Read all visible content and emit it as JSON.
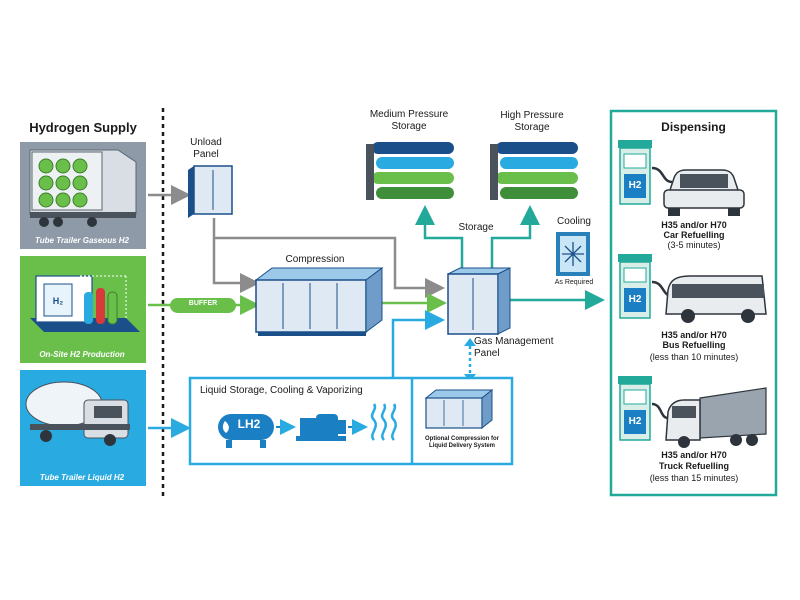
{
  "supply": {
    "title": "Hydrogen Supply",
    "tube_trailer_gaseous": "Tube Trailer Gaseous H2",
    "onsite_production": "On-Site H2 Production",
    "tube_trailer_liquid": "Tube Trailer Liquid H2"
  },
  "unload_panel": "Unload\nPanel",
  "compression": "Compression",
  "buffer": "BUFFER",
  "storage": {
    "medium": "Medium Pressure\nStorage",
    "high": "High Pressure\nStorage",
    "label": "Storage"
  },
  "cooling": {
    "title": "Cooling",
    "note": "As Required"
  },
  "gas_management": "Gas Management\nPanel",
  "liquid": {
    "title": "Liquid Storage, Cooling & Vaporizing",
    "lh2": "LH2",
    "optional": "Optional Compression for\nLiquid Delivery System"
  },
  "h2_sign": "H2",
  "dispensing": {
    "title": "Dispensing",
    "car_grade": "H35 and/or H70",
    "car_name": "Car Refuelling",
    "car_time": "(3-5 minutes)",
    "bus_grade": "H35 and/or H70",
    "bus_name": "Bus Refuelling",
    "bus_time": "(less than 10 minutes)",
    "truck_grade": "H35 and/or H70",
    "truck_name": "Truck Refuelling",
    "truck_time": "(less than 15 minutes)"
  },
  "colors": {
    "teal": "#22a99a",
    "cyan": "#29abe2",
    "green": "#6abf4b",
    "grey": "#8c8c8c",
    "navy": "#1b4f8a",
    "supply_grey": "#8e9aa8"
  }
}
